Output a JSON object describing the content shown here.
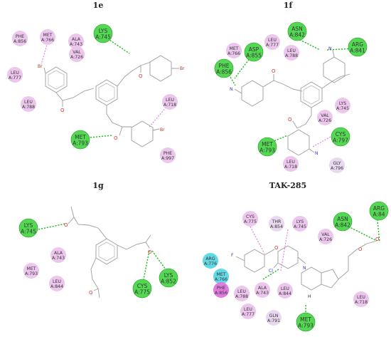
{
  "panels": [
    {
      "id": "1e",
      "title": "1e"
    },
    {
      "id": "1f",
      "title": "1f"
    },
    {
      "id": "1g",
      "title": "1g"
    },
    {
      "id": "tak",
      "title": "TAK-285"
    }
  ],
  "colors": {
    "hbond_residue": "#54d854",
    "vdw_residue": "#ecc6ec",
    "polar_residue": "#e8d8f0",
    "charged_residue": "#62d9e5",
    "pi_residue": "#e07be0",
    "hbond_line": "#22bb22",
    "pi_line": "#e07be0"
  },
  "residues": {
    "e_phe856": {
      "name": "PHE",
      "num": "A:856"
    },
    "e_met766": {
      "name": "MET",
      "num": "A:766"
    },
    "e_ala743": {
      "name": "ALA",
      "num": "A:743"
    },
    "e_lys745": {
      "name": "LYS",
      "num": "A:745"
    },
    "e_val726": {
      "name": "VAL",
      "num": "A:726"
    },
    "e_leu777": {
      "name": "LEU",
      "num": "A:777"
    },
    "e_leu788": {
      "name": "LEU",
      "num": "A:788"
    },
    "e_leu718": {
      "name": "LEU",
      "num": "A:718"
    },
    "e_met793": {
      "name": "MET",
      "num": "A:793"
    },
    "e_phe997": {
      "name": "PHE",
      "num": "A:997"
    },
    "f_met766": {
      "name": "MET",
      "num": "A:766"
    },
    "f_asp855": {
      "name": "ASP",
      "num": "A:855"
    },
    "f_leu777": {
      "name": "LEU",
      "num": "A:777"
    },
    "f_leu788": {
      "name": "LEU",
      "num": "A:788"
    },
    "f_asn842": {
      "name": "ASN",
      "num": "A:842"
    },
    "f_arg841": {
      "name": "ARG",
      "num": "A:841"
    },
    "f_phe856": {
      "name": "PHE",
      "num": "A:856"
    },
    "f_lys745": {
      "name": "LYS",
      "num": "A:745"
    },
    "f_val726": {
      "name": "VAL",
      "num": "A:726"
    },
    "f_cys797": {
      "name": "CYS",
      "num": "A:797"
    },
    "f_met793": {
      "name": "MET",
      "num": "A:793"
    },
    "f_leu718": {
      "name": "LEU",
      "num": "A:718"
    },
    "f_gly796": {
      "name": "GLY",
      "num": "A:796"
    },
    "g_lys745": {
      "name": "LYS",
      "num": "A:745"
    },
    "g_ala743": {
      "name": "ALA",
      "num": "A:743"
    },
    "g_met793": {
      "name": "MET",
      "num": "A:793"
    },
    "g_leu844": {
      "name": "LEU",
      "num": "A:844"
    },
    "g_cys775": {
      "name": "CYS",
      "num": "A:775"
    },
    "g_lys852": {
      "name": "LYS",
      "num": "A:852"
    },
    "t_cys775": {
      "name": "CYS",
      "num": "A:775"
    },
    "t_thr854": {
      "name": "THR",
      "num": "A:854"
    },
    "t_lys745": {
      "name": "LYS",
      "num": "A:745"
    },
    "t_asn842": {
      "name": "ASN",
      "num": "A:842"
    },
    "t_arg84": {
      "name": "ARG",
      "num": "A:84"
    },
    "t_val726": {
      "name": "VAL",
      "num": "A:726"
    },
    "t_arg776": {
      "name": "ARG",
      "num": "A:776"
    },
    "t_met766": {
      "name": "MET",
      "num": "A:766"
    },
    "t_phe856": {
      "name": "PHE",
      "num": "A:856"
    },
    "t_leu788": {
      "name": "LEU",
      "num": "A:788"
    },
    "t_ala743": {
      "name": "ALA",
      "num": "A:743"
    },
    "t_leu844": {
      "name": "LEU",
      "num": "A:844"
    },
    "t_leu777": {
      "name": "LEU",
      "num": "A:777"
    },
    "t_gln791": {
      "name": "GLN",
      "num": "A:791"
    },
    "t_met793": {
      "name": "MET",
      "num": "A:793"
    },
    "t_leu718": {
      "name": "LEU",
      "num": "A:718"
    }
  },
  "atoms": {
    "O": "O",
    "Br": "Br",
    "N": "N",
    "H": "H",
    "F": "F",
    "Cl": "Cl"
  }
}
